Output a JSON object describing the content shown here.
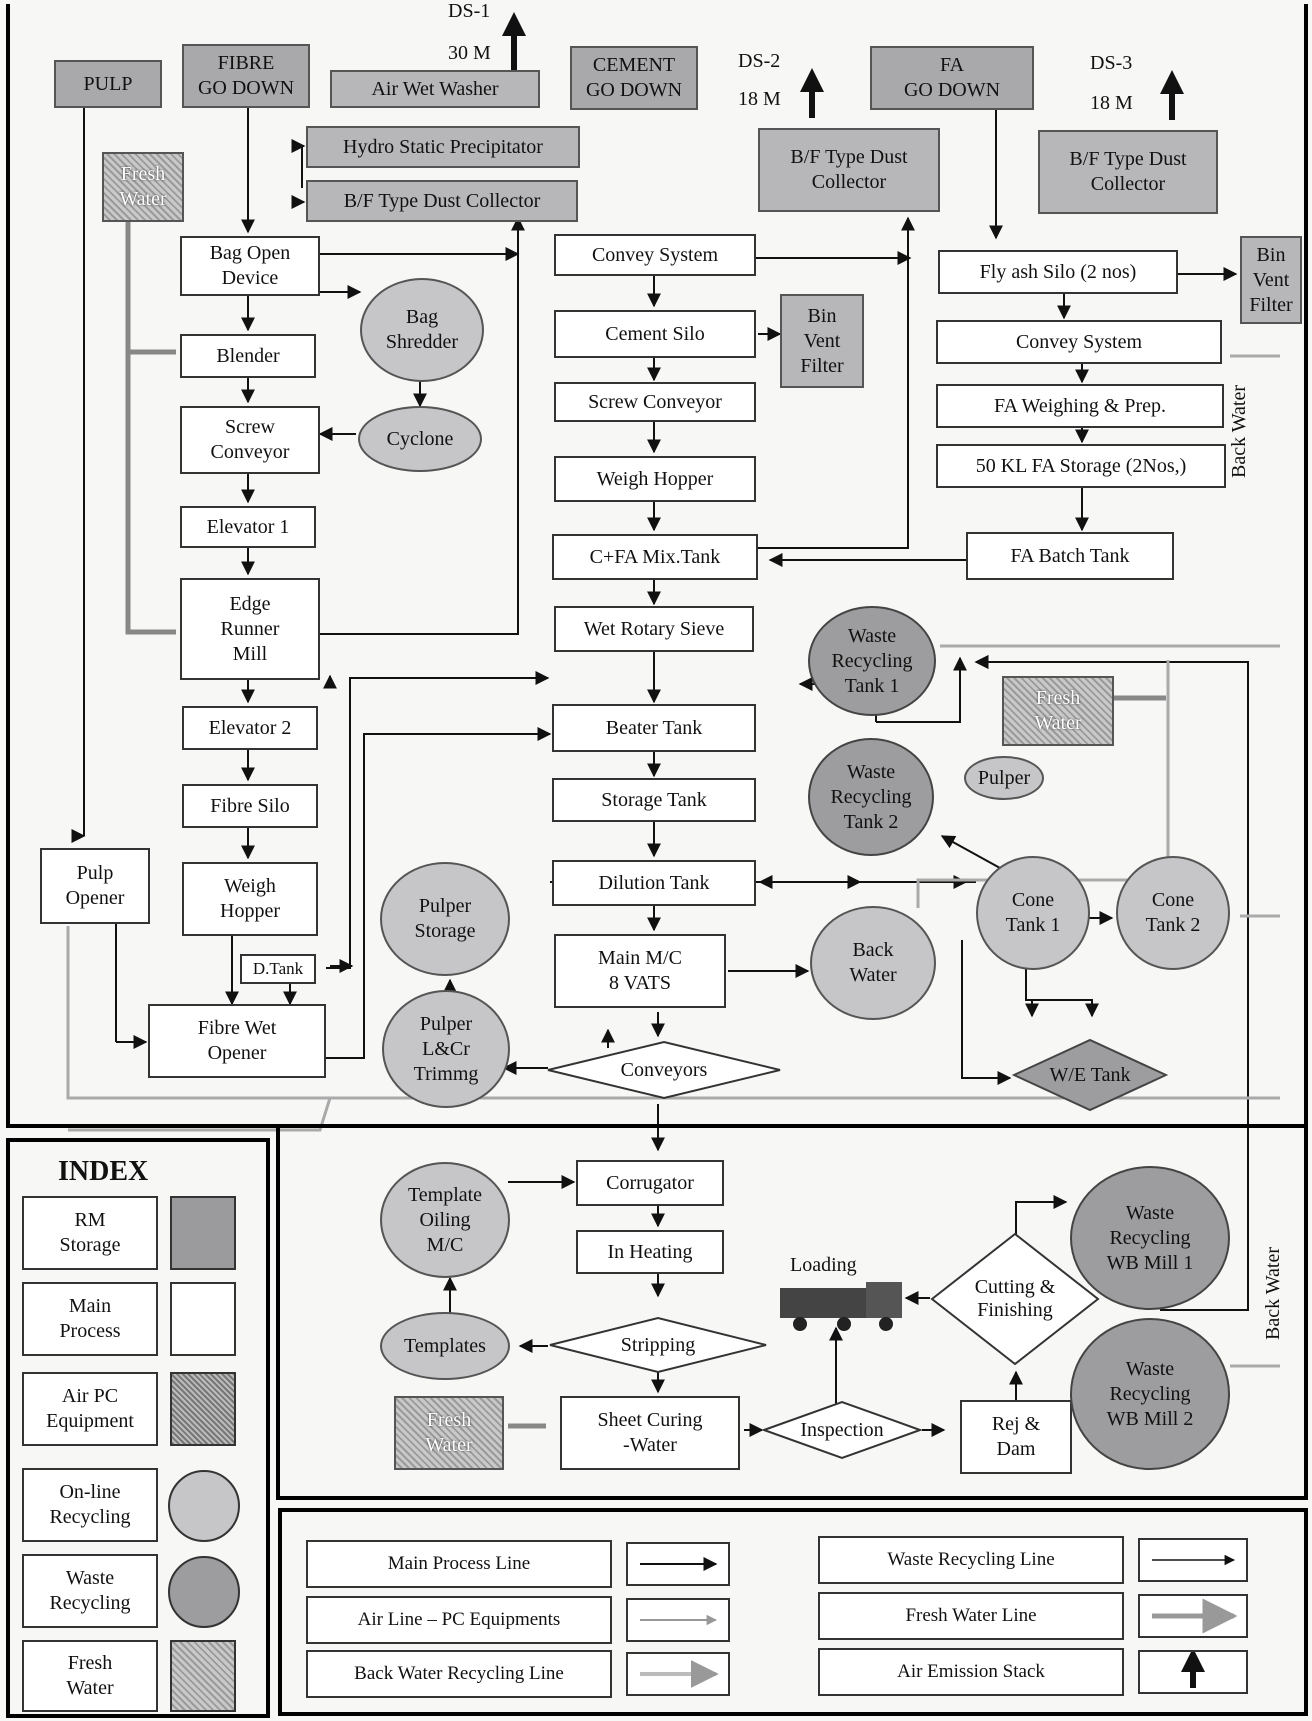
{
  "stacks": {
    "ds1_label": "DS-1",
    "ds1_height": "30 M",
    "ds2_label": "DS-2",
    "ds2_height": "18 M",
    "ds3_label": "DS-3",
    "ds3_height": "18 M"
  },
  "nodes": {
    "pulp": "PULP",
    "fibre_godown": "FIBRE\nGO DOWN",
    "air_wet_washer": "Air Wet Washer",
    "hydro_static": "Hydro Static Precipitator",
    "bf_dust_1": "B/F Type Dust Collector",
    "cement_godown": "CEMENT\nGO DOWN",
    "bf_dust_2": "B/F Type Dust\nCollector",
    "fa_godown": "FA\nGO DOWN",
    "bf_dust_3": "B/F Type Dust\nCollector",
    "fresh_water_1": "Fresh\nWater",
    "bag_open": "Bag Open\nDevice",
    "bag_shredder": "Bag\nShredder",
    "blender": "Blender",
    "screw_conveyor_1": "Screw\nConveyor",
    "cyclone": "Cyclone",
    "elevator1": "Elevator 1",
    "edge_runner": "Edge\nRunner\nMill",
    "elevator2": "Elevator 2",
    "fibre_silo": "Fibre Silo",
    "weigh_hopper_1": "Weigh\nHopper",
    "pulp_opener": "Pulp\nOpener",
    "dtank": "D.Tank",
    "fibre_wet_opener": "Fibre Wet\nOpener",
    "convey_system_1": "Convey System",
    "cement_silo": "Cement Silo",
    "bin_vent_1": "Bin\nVent\nFilter",
    "screw_conveyor_2": "Screw Conveyor",
    "weigh_hopper_2": "Weigh Hopper",
    "mix_tank": "C+FA Mix.Tank",
    "wet_rotary": "Wet Rotary  Sieve",
    "beater_tank": "Beater Tank",
    "storage_tank": "Storage Tank",
    "dilution_tank": "Dilution Tank",
    "main_mc": "Main M/C\n8 VATS",
    "pulper_storage": "Pulper\nStorage",
    "pulper_trimmg": "Pulper\nL&Cr\nTrimmg",
    "conveyors": "Conveyors",
    "fly_ash_silo": "Fly ash Silo (2 nos)",
    "bin_vent_2": "Bin\nVent\nFilter",
    "convey_system_2": "Convey System",
    "fa_weighing": "FA Weighing  & Prep.",
    "fa_storage": "50 KL FA Storage (2Nos,)",
    "fa_batch": "FA Batch Tank",
    "back_water_label_1": "Back Water",
    "waste_tank1": "Waste\nRecycling\nTank 1",
    "waste_tank2": "Waste\nRecycling\nTank 2",
    "fresh_water_2": "Fresh\nWater",
    "pulper": "Pulper",
    "cone_tank1": "Cone\nTank 1",
    "cone_tank2": "Cone\nTank 2",
    "back_water": "Back\nWater",
    "we_tank": "W/E Tank",
    "template_oiling": "Template\nOiling\nM/C",
    "corrugator": "Corrugator",
    "in_heating": "In Heating",
    "templates": "Templates",
    "stripping": "Stripping",
    "fresh_water_3": "Fresh\nWater",
    "sheet_curing": "Sheet Curing\n-Water",
    "inspection": "Inspection",
    "loading": "Loading",
    "cutting": "Cutting &\nFinishing",
    "rej_dam": "Rej &\nDam",
    "waste_mill1": "Waste\nRecycling\nWB Mill 1",
    "waste_mill2": "Waste\nRecycling\nWB Mill 2",
    "back_water_label_2": "Back Water"
  },
  "index": {
    "title": "INDEX",
    "items": [
      "RM\nStorage",
      "Main\nProcess",
      "Air PC\nEquipment",
      "On-line\nRecycling",
      "Waste\nRecycling",
      "Fresh\nWater"
    ]
  },
  "legend": {
    "main_process_line": "Main Process Line",
    "air_line": "Air Line – PC Equipments",
    "back_water_line": "Back Water Recycling Line",
    "waste_recycling_line": "Waste Recycling Line",
    "fresh_water_line": "Fresh Water Line",
    "air_emission_stack": "Air Emission Stack"
  }
}
